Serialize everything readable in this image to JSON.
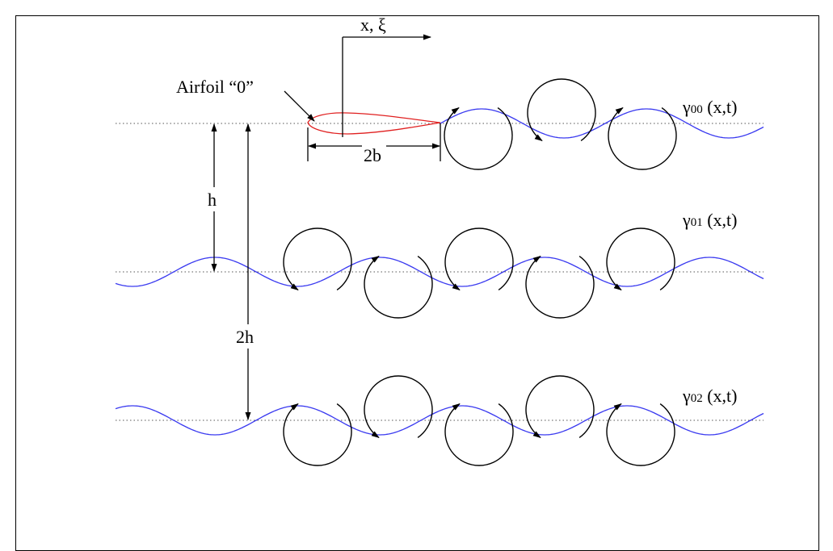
{
  "labels": {
    "coord_axis": "x, ξ",
    "airfoil": "Airfoil “0”",
    "chord": "2b",
    "spacing_h": "h",
    "spacing_2h": "2h"
  },
  "wakes": [
    {
      "symbol": "γ",
      "subscript": "00",
      "args": " (x,t)"
    },
    {
      "symbol": "γ",
      "subscript": "01",
      "args": " (x,t)"
    },
    {
      "symbol": "γ",
      "subscript": "02",
      "args": " (x,t)"
    }
  ],
  "colors": {
    "wake": "#3a3af0",
    "airfoil": "#e02020",
    "ink": "#000000",
    "reference_line": "#555555"
  }
}
